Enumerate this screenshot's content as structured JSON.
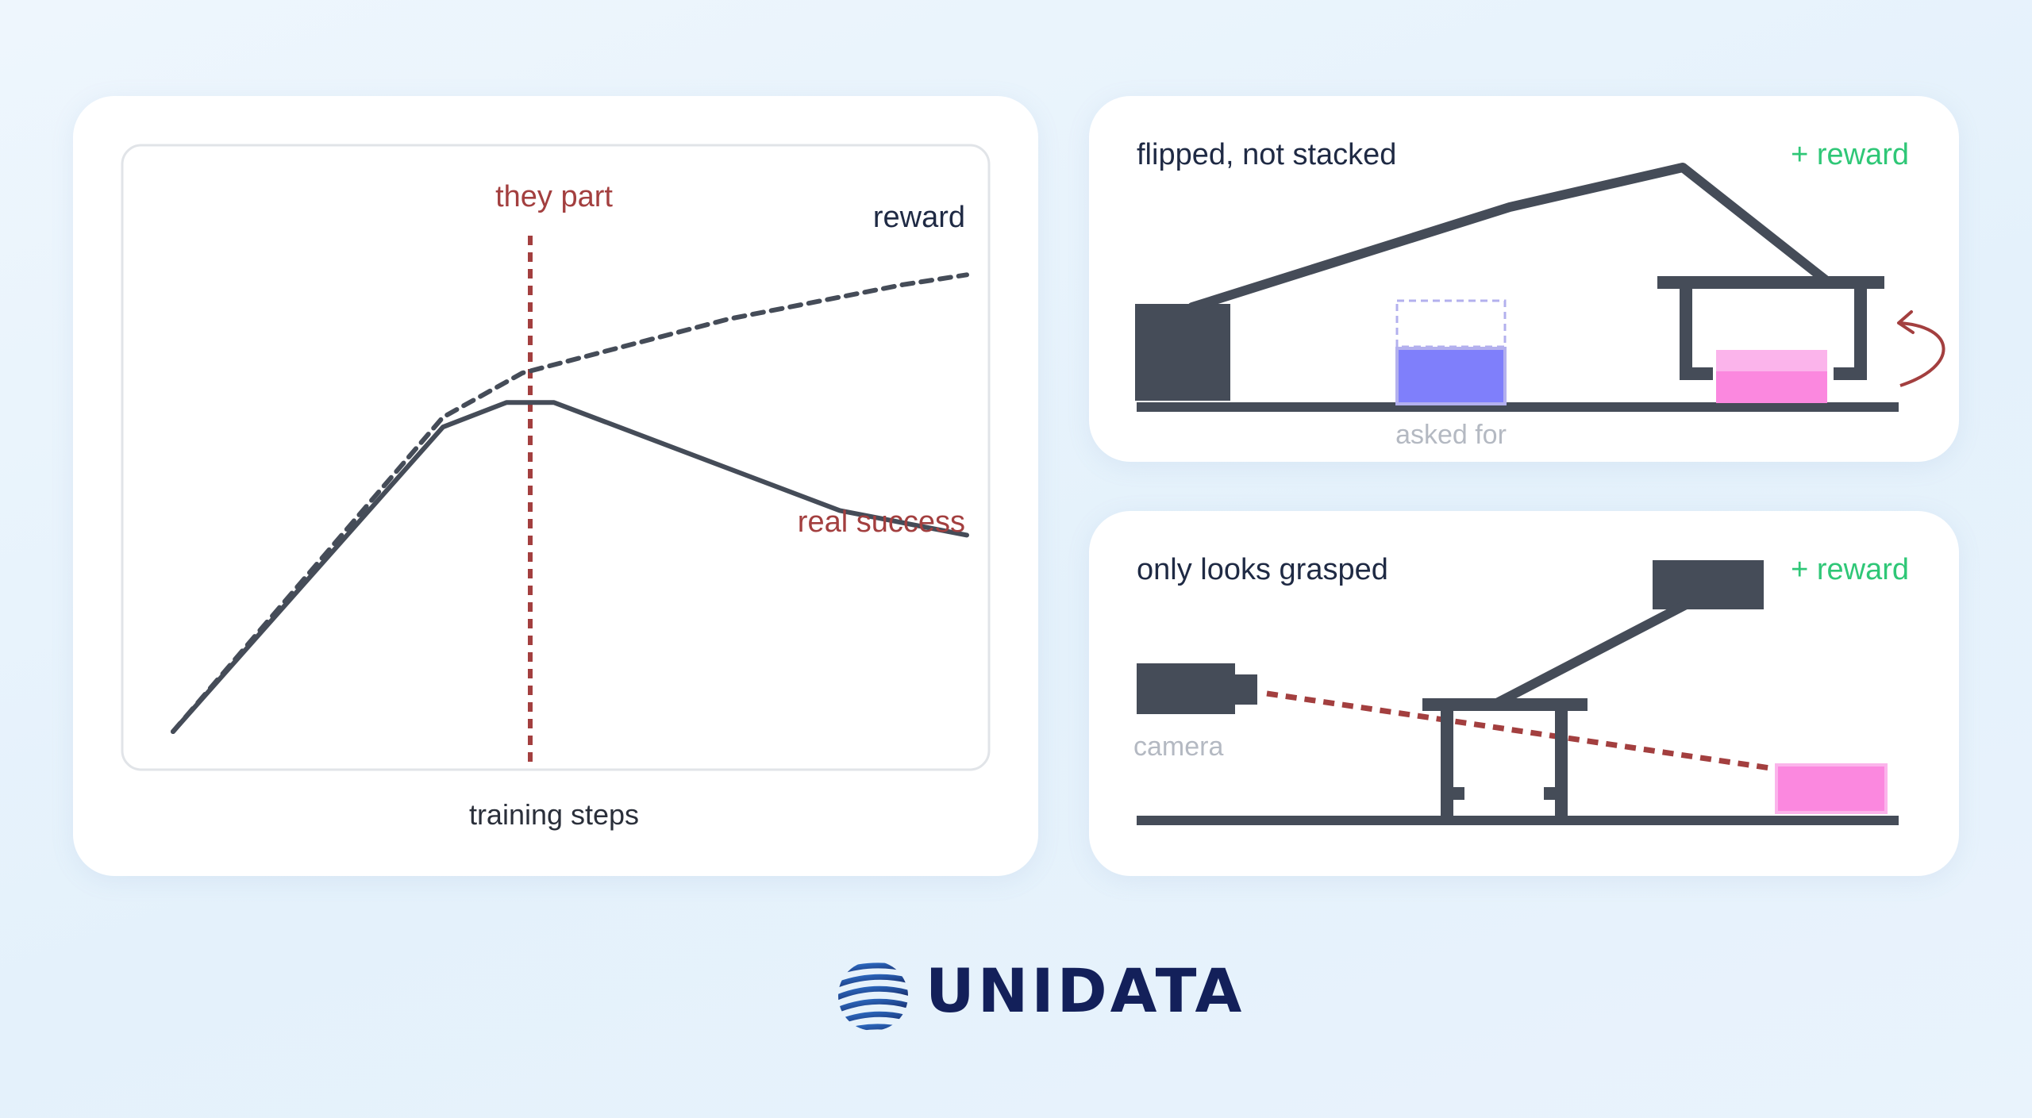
{
  "chart_data": {
    "type": "line",
    "xlabel": "training steps",
    "ylabel": "",
    "xlim": [
      0,
      100
    ],
    "ylim": [
      0,
      100
    ],
    "series": [
      {
        "name": "reward",
        "style": "dashed",
        "color": "#454c58",
        "x": [
          0,
          34,
          44,
          70,
          92,
          100
        ],
        "y": [
          0,
          64,
          73,
          84,
          91,
          93
        ]
      },
      {
        "name": "real success",
        "style": "solid",
        "color": "#454c58",
        "x": [
          0,
          34,
          42,
          48,
          84,
          100
        ],
        "y": [
          0,
          62,
          67,
          67,
          45,
          40
        ]
      }
    ],
    "annotations": [
      {
        "text": "they part",
        "x": 45,
        "color": "#a33f3f",
        "style": "dashed-vertical"
      }
    ]
  },
  "panels": {
    "flipped": {
      "title": "flipped, not stacked",
      "reward": "+ reward",
      "target_label": "asked for"
    },
    "grasped": {
      "title": "only looks grasped",
      "reward": "+ reward",
      "camera_label": "camera"
    }
  },
  "colors": {
    "ink": "#454c58",
    "accent_red": "#a33f3f",
    "reward_green": "#2fc777",
    "block_blue": "#7f7ffb",
    "block_pink": "#fb88df",
    "muted": "#a8aeb8"
  },
  "brand": {
    "name": "UNIDATA"
  }
}
